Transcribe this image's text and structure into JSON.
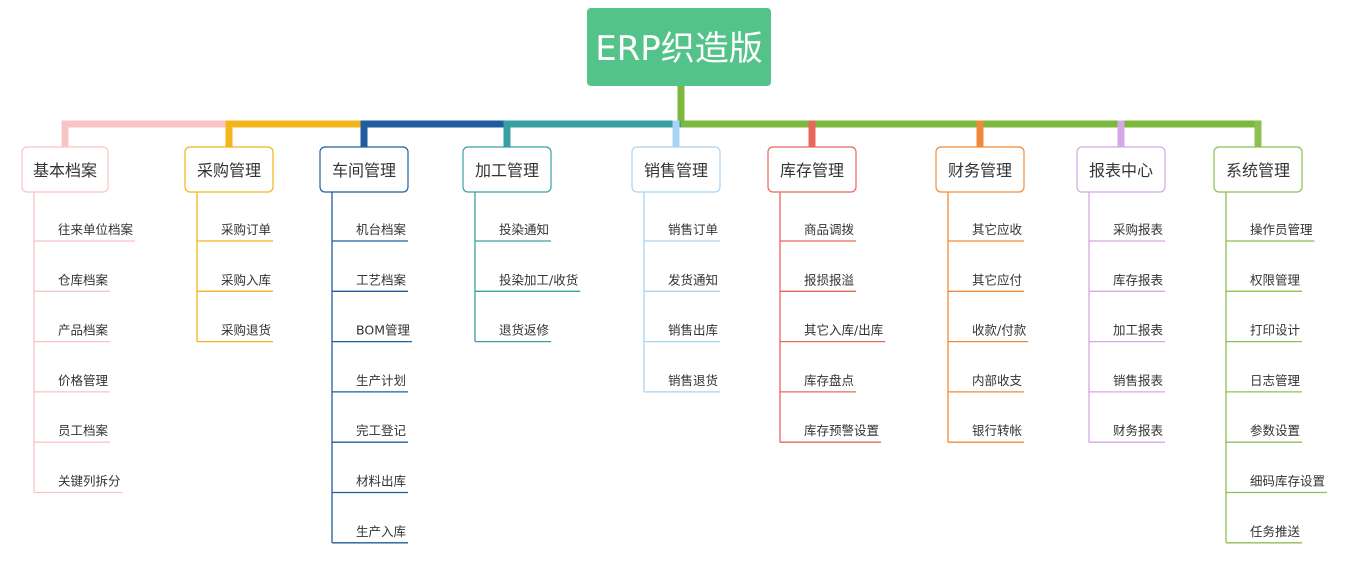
{
  "root": {
    "title": "ERP织造版",
    "color": "#53c389"
  },
  "categories": [
    {
      "title": "基本档案",
      "color": "#f9c4c6",
      "items": [
        "往来单位档案",
        "仓库档案",
        "产品档案",
        "价格管理",
        "员工档案",
        "关键列拆分"
      ]
    },
    {
      "title": "采购管理",
      "color": "#f5b41c",
      "items": [
        "采购订单",
        "采购入库",
        "采购退货"
      ]
    },
    {
      "title": "车间管理",
      "color": "#1f5e9e",
      "items": [
        "机台档案",
        "工艺档案",
        "BOM管理",
        "生产计划",
        "完工登记",
        "材料出库",
        "生产入库"
      ]
    },
    {
      "title": "加工管理",
      "color": "#3a9fa3",
      "items": [
        "投染通知",
        "投染加工/收货",
        "退货返修"
      ]
    },
    {
      "title": "销售管理",
      "color": "#a9d3f2",
      "items": [
        "销售订单",
        "发货通知",
        "销售出库",
        "销售退货"
      ]
    },
    {
      "title": "库存管理",
      "color": "#e8665d",
      "items": [
        "商品调拨",
        "报损报溢",
        "其它入库/出库",
        "库存盘点",
        "库存预警设置"
      ]
    },
    {
      "title": "财务管理",
      "color": "#f08a3a",
      "items": [
        "其它应收",
        "其它应付",
        "收款/付款",
        "内部收支",
        "银行转帐"
      ]
    },
    {
      "title": "报表中心",
      "color": "#d5a8e6",
      "items": [
        "采购报表",
        "库存报表",
        "加工报表",
        "销售报表",
        "财务报表"
      ]
    },
    {
      "title": "系统管理",
      "color": "#8cc152",
      "items": [
        "操作员管理",
        "权限管理",
        "打印设计",
        "日志管理",
        "参数设置",
        "细码库存设置",
        "任务推送"
      ]
    }
  ],
  "connector_right_color": "#7cb83c"
}
